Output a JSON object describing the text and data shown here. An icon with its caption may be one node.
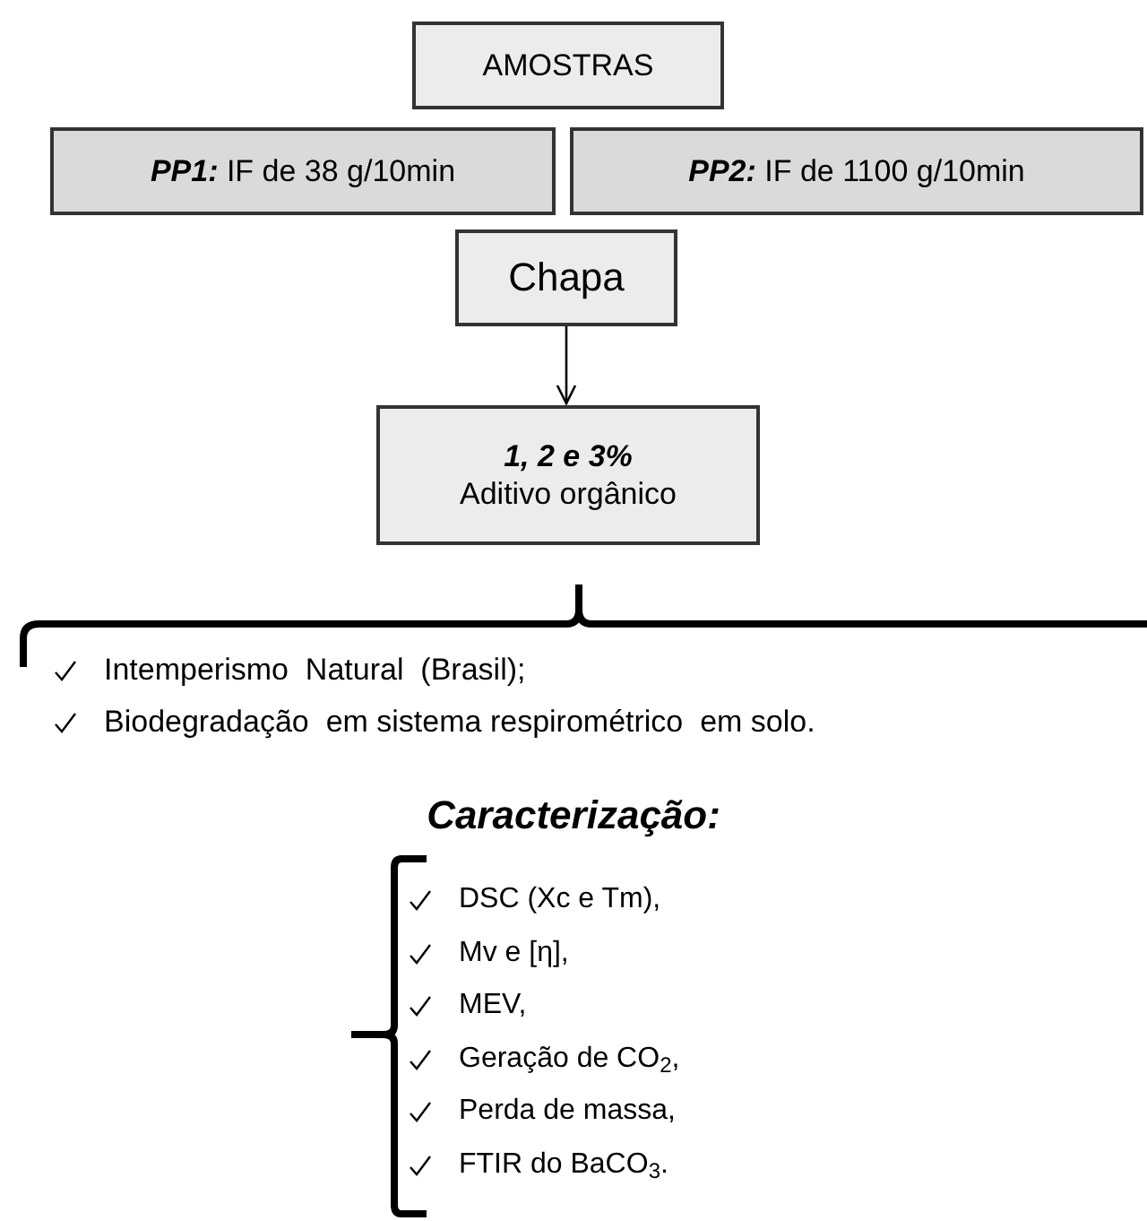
{
  "diagram": {
    "nodes": [
      {
        "text": [
          "AMOSTRAS"
        ]
      },
      {
        "text": [
          "**PP1:** IF de 38 g/10min"
        ]
      },
      {
        "text": [
          "**PP2:** IF de 1100 g/10min"
        ]
      },
      {
        "text": [
          "Chapa"
        ]
      },
      {
        "text": [
          "1, 2 e 3%",
          "Aditivo orgânico"
        ]
      }
    ],
    "edges": [
      {
        "from": 3,
        "to": 4,
        "arrow": "to"
      }
    ],
    "labels": [
      "Intemperismo  Natural  (Brasil);",
      "Biodegradação  em sistema respirométrico  em solo.",
      "Caracterização:",
      "DSC (Xc e Tm),",
      "Mv e [η],",
      "MEV,",
      "Geração de CO$_{2}$,",
      "Perda de massa,",
      "FTIR do BaCO$_{3}$."
    ]
  }
}
